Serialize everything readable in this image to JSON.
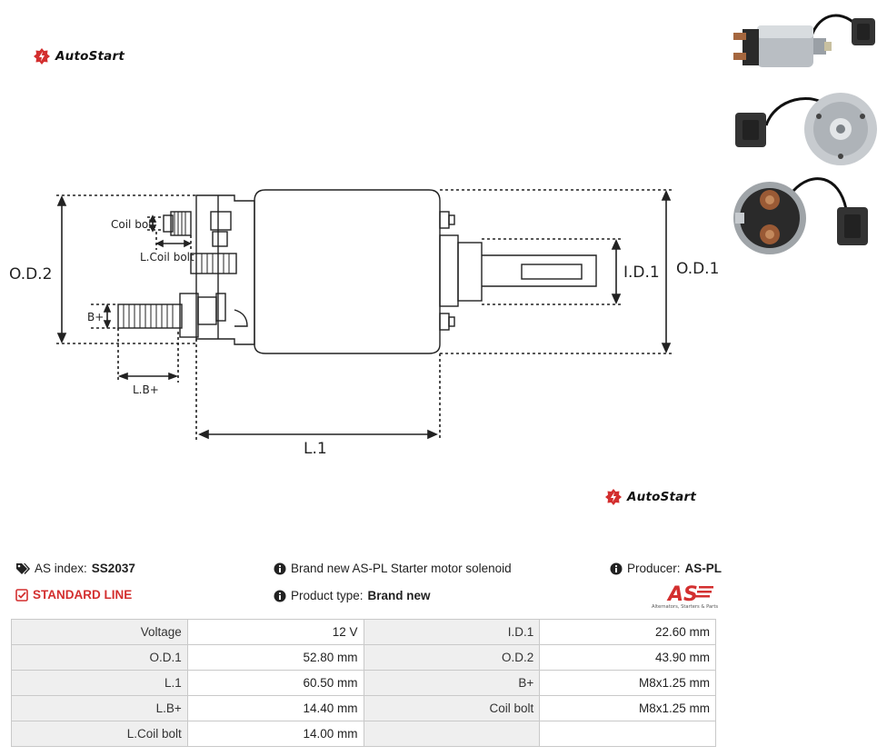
{
  "brand": {
    "name": "AutoStart",
    "icon": "autostart-logo-icon",
    "accent": "#d32f2f"
  },
  "diagram": {
    "labels": {
      "od2": "O.D.2",
      "od1": "O.D.1",
      "id1": "I.D.1",
      "l1": "L.1",
      "lb": "L.B+",
      "coil_bolt": "Coil bolt",
      "l_coil_bolt": "L.Coil bolt",
      "b_plus": "B+"
    }
  },
  "product": {
    "as_index_label": "AS index:",
    "as_index_value": "SS2037",
    "description": "Brand new AS-PL Starter motor solenoid",
    "producer_label": "Producer:",
    "producer_value": "AS-PL",
    "line": "STANDARD LINE",
    "type_label": "Product type:",
    "type_value": "Brand new",
    "producer_logo_text": "AS",
    "producer_logo_tagline": "Alternators, Starters & Parts"
  },
  "specs": [
    [
      {
        "k": "Voltage",
        "v": "12 V"
      },
      {
        "k": "I.D.1",
        "v": "22.60 mm"
      }
    ],
    [
      {
        "k": "O.D.1",
        "v": "52.80 mm"
      },
      {
        "k": "O.D.2",
        "v": "43.90 mm"
      }
    ],
    [
      {
        "k": "L.1",
        "v": "60.50 mm"
      },
      {
        "k": "B+",
        "v": "M8x1.25 mm"
      }
    ],
    [
      {
        "k": "L.B+",
        "v": "14.40 mm"
      },
      {
        "k": "Coil bolt",
        "v": "M8x1.25 mm"
      }
    ],
    [
      {
        "k": "L.Coil bolt",
        "v": "14.00 mm"
      },
      {
        "k": "",
        "v": ""
      }
    ]
  ]
}
